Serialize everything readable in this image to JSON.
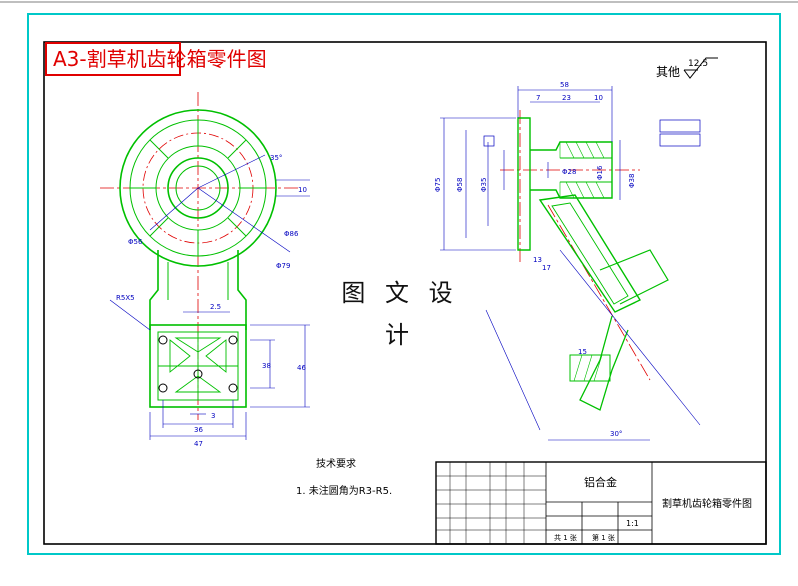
{
  "title": "A3-割草机齿轮箱零件图",
  "watermark": "图 文 设 计",
  "roughness": {
    "label": "其他",
    "value": "12.5"
  },
  "tech": {
    "heading": "技术要求",
    "note": "1. 未注圆角为R3-R5."
  },
  "titleblock": {
    "material": "铝合金",
    "part_name": "割草机齿轮箱零件图",
    "scale_value": "1:1",
    "sheets": "共 1 张",
    "sheet_no": "第 1 张"
  },
  "dims_left": [
    "R5X5",
    "2.5",
    "38",
    "46",
    "47",
    "36",
    "3",
    "Φ56",
    "Φ86",
    "Φ79",
    "10",
    "35°"
  ],
  "dims_right": [
    "58",
    "7",
    "23",
    "10",
    "13",
    "Φ75",
    "Φ58",
    "Φ35",
    "Φ28",
    "Φ38",
    "Φ16",
    "15",
    "17",
    "30°"
  ],
  "colors": {
    "frame": "#00c8c8",
    "red": "#e00000",
    "part": "#00c000",
    "dim": "#0000c0"
  }
}
